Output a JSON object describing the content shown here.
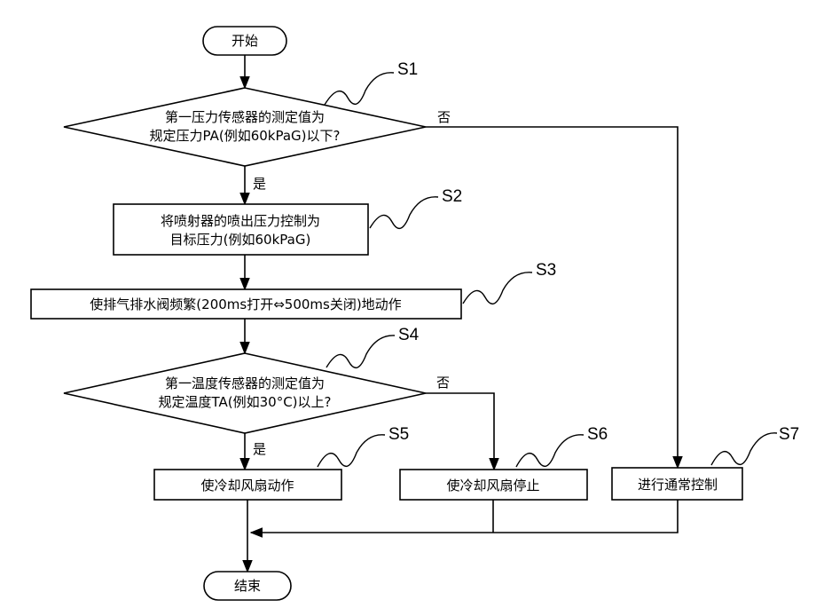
{
  "nodes": {
    "start": "开始",
    "s1_line1": "第一压力传感器的测定值为",
    "s1_line2": "规定压力PA(例如60kPaG)以下?",
    "s2_line1": "将喷射器的喷出压力控制为",
    "s2_line2": "目标压力(例如60kPaG)",
    "s3": "使排气排水阀频繁(200ms打开⇔500ms关闭)地动作",
    "s4_line1": "第一温度传感器的测定值为",
    "s4_line2": "规定温度TA(例如30°C)以上?",
    "s5": "使冷却风扇动作",
    "s6": "使冷却风扇停止",
    "s7": "进行通常控制",
    "end": "结束"
  },
  "steps": {
    "s1": "S1",
    "s2": "S2",
    "s3": "S3",
    "s4": "S4",
    "s5": "S5",
    "s6": "S6",
    "s7": "S7"
  },
  "edges": {
    "s1_yes": "是",
    "s1_no": "否",
    "s4_yes": "是",
    "s4_no": "否"
  }
}
